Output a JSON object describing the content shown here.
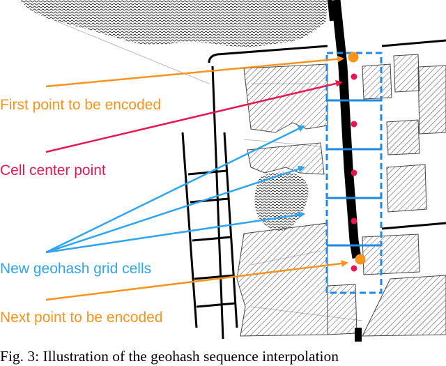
{
  "labels": {
    "first_point": "First point to be encoded",
    "cell_center": "Cell center point",
    "new_cells": "New geohash grid cells",
    "next_point": "Next point to be encoded"
  },
  "caption": {
    "text": "Fig. 3: Illustration of the geohash sequence interpolation"
  },
  "colors": {
    "orange": "#f7941d",
    "red": "#e8174f",
    "blue": "#2fa4f0",
    "grid_blue": "#1f8ae6"
  }
}
